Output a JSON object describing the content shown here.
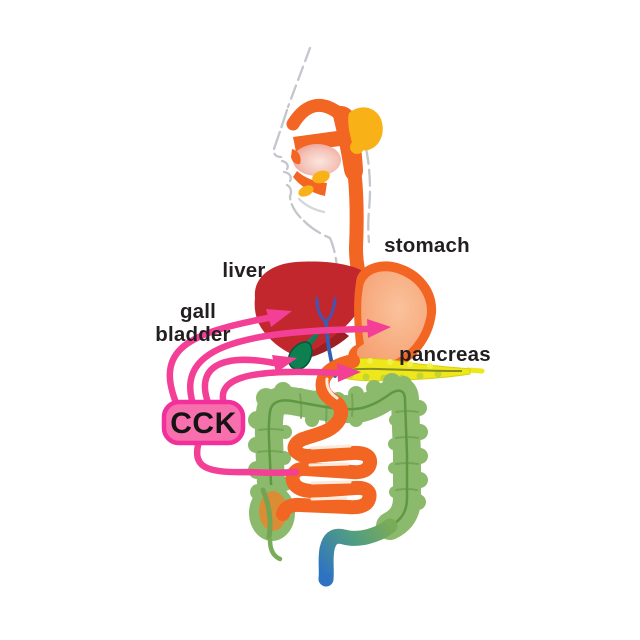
{
  "figure": {
    "type": "anatomical-diagram",
    "subject": "CCK hormone targets in the human digestive system",
    "hormone_label": "CCK",
    "labels": {
      "liver": "liver",
      "gall_bladder_line1": "gall",
      "gall_bladder_line2": "bladder",
      "stomach": "stomach",
      "pancreas": "pancreas"
    },
    "arrow_targets": [
      "liver",
      "stomach",
      "gall bladder",
      "pancreas",
      "small intestine"
    ],
    "colors": {
      "arrow_pink": "#f43f96",
      "cck_box_fill": "#f76fad",
      "cck_box_border": "#f2309b",
      "digestive_tract_orange": "#f26522",
      "stomach_fill": "#f7a87c",
      "stomach_highlight": "#fac29b",
      "liver_red": "#c1272d",
      "liver_shadow": "#9c1f23",
      "colon_green": "#8cba6c",
      "colon_line_green": "#5f9742",
      "pancreas_yellow": "#ede71c",
      "pancreas_line": "#8a8d22",
      "gall_bladder_green": "#0e7f50",
      "bile_duct_blue": "#4152ab",
      "salivary_yellow": "#f8b117",
      "cecum_orange": "#db8d36",
      "rectum_blue": "#2e72c4",
      "label_text": "#231f20",
      "head_outline_gray": "#c3c7cb"
    }
  }
}
